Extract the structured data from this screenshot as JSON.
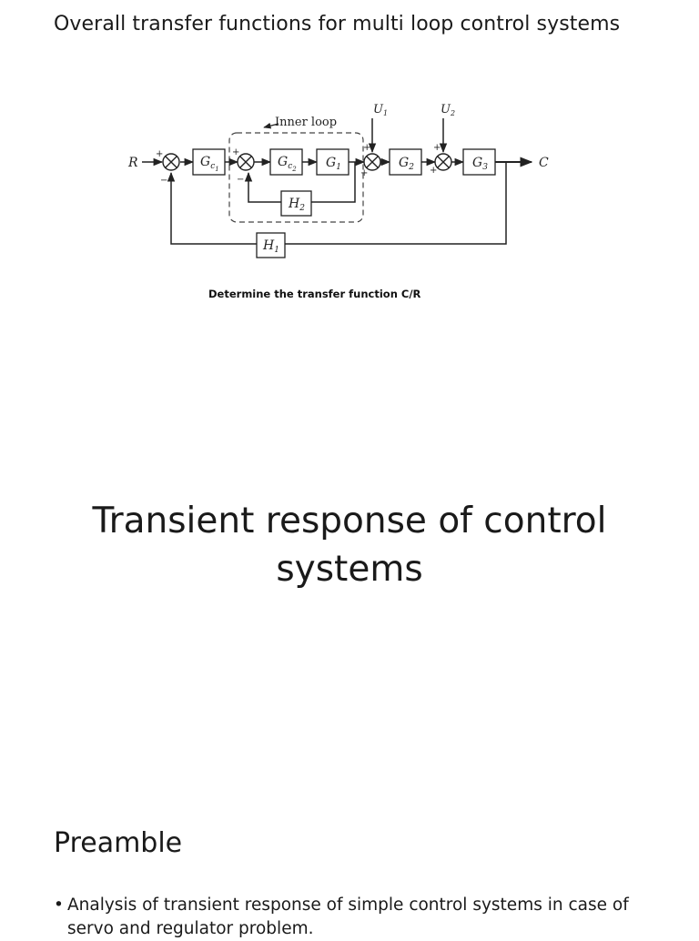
{
  "slide1": {
    "title": "Overall transfer functions for multi loop control systems",
    "diagram": {
      "inner_loop_label": "Inner loop",
      "input": "R",
      "output": "C",
      "blocks": {
        "gc1": {
          "main": "G",
          "sub": "c",
          "subsub": "1"
        },
        "gc2": {
          "main": "G",
          "sub": "c",
          "subsub": "2"
        },
        "g1": {
          "main": "G",
          "sub": "1"
        },
        "g2": {
          "main": "G",
          "sub": "2"
        },
        "g3": {
          "main": "G",
          "sub": "3"
        },
        "h1": {
          "main": "H",
          "sub": "1"
        },
        "h2": {
          "main": "H",
          "sub": "2"
        }
      },
      "disturbances": {
        "u1": {
          "main": "U",
          "sub": "1"
        },
        "u2": {
          "main": "U",
          "sub": "2"
        }
      },
      "signs": {
        "plus": "+",
        "minus": "−"
      }
    },
    "caption": "Determine the transfer function C/R"
  },
  "slide2": {
    "title_line1": "Transient response of control",
    "title_line2": "systems"
  },
  "slide3": {
    "heading": "Preamble",
    "bullet_symbol": "•",
    "bullets": [
      "Analysis of transient response of simple control systems in case of servo and regulator problem."
    ]
  }
}
